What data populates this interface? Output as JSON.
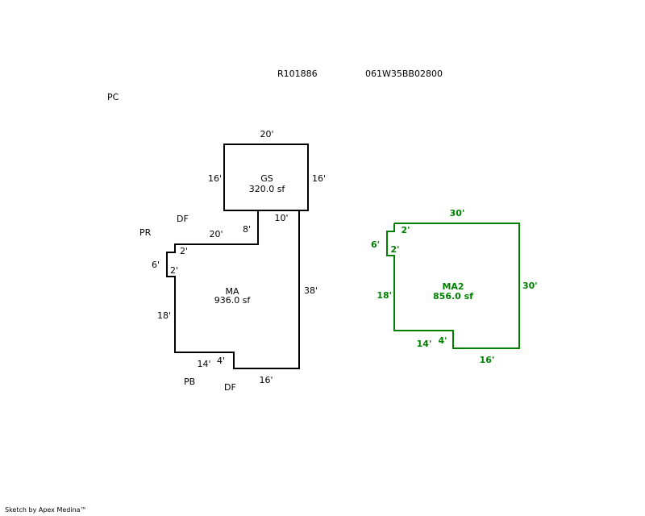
{
  "header": {
    "account_id": "R101886",
    "map_tax_lot": "061W35BB02800"
  },
  "colors": {
    "outline_black": "#000000",
    "outline_green": "#008000"
  },
  "labels": {
    "pc": "PC",
    "pr": "PR",
    "df_top": "DF",
    "pb": "PB",
    "df_bottom": "DF"
  },
  "garage": {
    "name": "GS",
    "area": "320.0 sf",
    "dims": {
      "top": "20'",
      "left": "16'",
      "right": "16'"
    }
  },
  "main_area": {
    "name": "MA",
    "area": "936.0 sf",
    "dims": {
      "top_under_garage": "10'",
      "step_8": "8'",
      "step_20": "20'",
      "step_2_top": "2'",
      "notch_6": "6'",
      "step_2_bottom": "2'",
      "left_18": "18'",
      "bottom_14": "14'",
      "step_4": "4'",
      "bottom_16": "16'",
      "right_38": "38'"
    }
  },
  "main_area_2": {
    "name": "MA2",
    "area": "856.0 sf",
    "dims": {
      "top_30": "30'",
      "step_2_top": "2'",
      "notch_6": "6'",
      "step_2_bottom": "2'",
      "left_18": "18'",
      "right_30": "30'",
      "bottom_14": "14'",
      "step_4": "4'",
      "bottom_16": "16'"
    }
  },
  "footer": {
    "credit": "Sketch by Apex Medina™"
  }
}
